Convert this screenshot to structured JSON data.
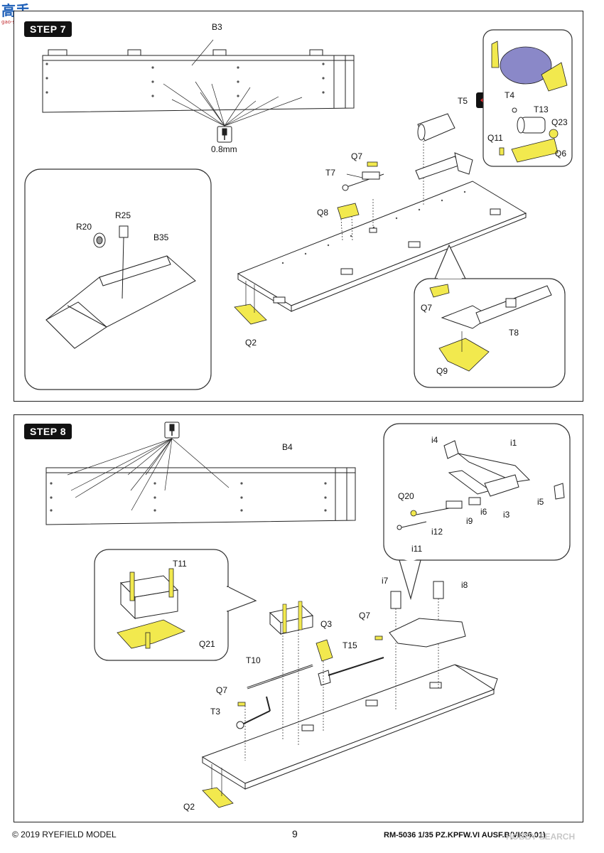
{
  "logo": {
    "text": "高手",
    "sub": "gao-shou.com"
  },
  "step7": {
    "badge": "STEP 7",
    "labels": {
      "b3": "B3",
      "drill": "0.8mm",
      "r20": "R20",
      "r25": "R25",
      "b35": "B35",
      "q2": "Q2",
      "q7": "Q7",
      "t7": "T7",
      "q8": "Q8",
      "t5": "T5",
      "t4": "T4",
      "t13": "T13",
      "q23": "Q23",
      "q11": "Q11",
      "q6": "Q6",
      "q7b": "Q7",
      "t8": "T8",
      "q9": "Q9"
    }
  },
  "step8": {
    "badge": "STEP 8",
    "labels": {
      "b4": "B4",
      "i4": "i4",
      "i1": "i1",
      "q20": "Q20",
      "i5": "i5",
      "i6": "i6",
      "i3": "i3",
      "i9": "i9",
      "i12": "i12",
      "i11": "i11",
      "t11": "T11",
      "q21": "Q21",
      "i7": "i7",
      "i8": "i8",
      "q7": "Q7",
      "q3": "Q3",
      "t15": "T15",
      "t10": "T10",
      "q7b": "Q7",
      "t3": "T3",
      "q2": "Q2"
    }
  },
  "footer": {
    "copyright": "© 2019 RYEFIELD MODEL",
    "page": "9",
    "product": "RM-5036 1/35  PZ.KPFW.VI AUSF.B(VK36.01)"
  },
  "watermark": "HOBBY SEARCH",
  "colors": {
    "highlight": "#f2e94e",
    "tank": "#8a88c8",
    "line": "#222222"
  }
}
